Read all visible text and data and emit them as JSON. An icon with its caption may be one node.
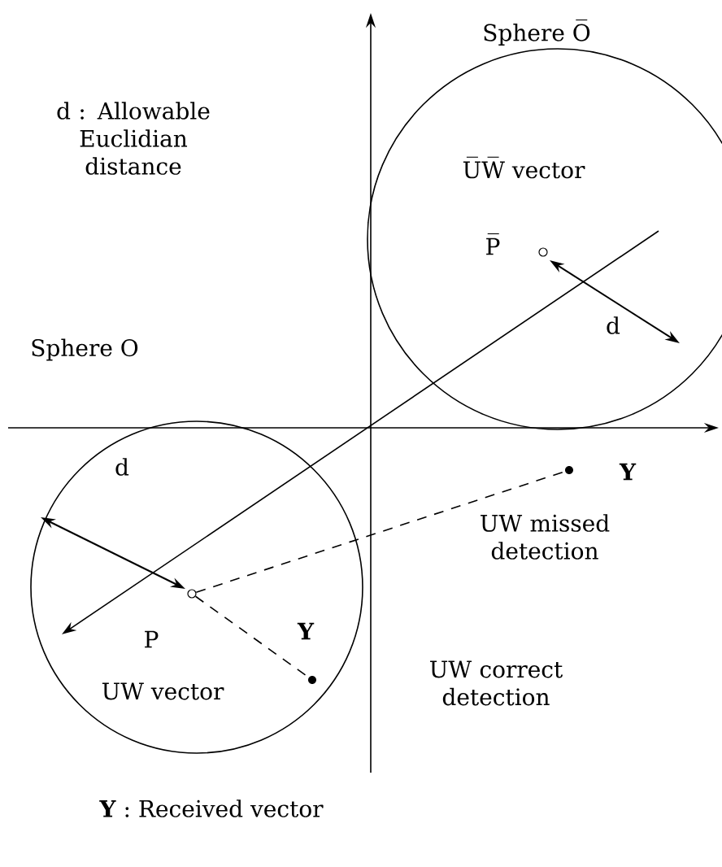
{
  "diagram": {
    "nodes": [
      {
        "text": [
          "Sphere O̅",
          "U̅W̅ vector"
        ]
      },
      {
        "text": [
          "Sphere O",
          "UW vector"
        ]
      },
      {
        "text": [
          "P̅"
        ],
        "in": 0
      },
      {
        "text": [
          "P"
        ],
        "in": 1
      },
      {
        "text": [
          "Y"
        ]
      },
      {
        "text": [
          "Y"
        ],
        "in": 1
      }
    ],
    "edges": [
      {
        "from": 3,
        "to": 4,
        "arrow": "none",
        "style": "dashed"
      },
      {
        "from": 3,
        "to": 5,
        "arrow": "none",
        "style": "dashed"
      }
    ],
    "labels": [
      "d : Allowable Euclidian distance",
      "d",
      "d",
      "UW missed detection",
      "UW correct detection",
      "**Y** : Received vector"
    ]
  }
}
